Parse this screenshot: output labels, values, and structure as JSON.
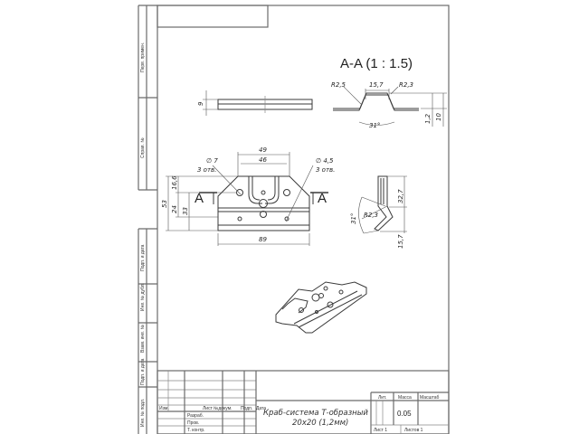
{
  "drawing": {
    "section_label": "A-A (1 : 1.5)",
    "section_marker_left": "A",
    "section_marker_right": "A"
  },
  "side_stamps": {
    "perv_primen": "Перв. примен.",
    "sprav_no": "Справ. №",
    "podp_data_1": "Подп. и дата",
    "inv_dubl": "Инв. № дубл.",
    "vzam_inv": "Взам. инв. №",
    "podp_data_2": "Подп. и дата",
    "inv_podl": "Инв. № подл."
  },
  "dimensions": {
    "top_view": {
      "thickness": "9"
    },
    "section_view": {
      "r_left": "R2,5",
      "width": "15,7",
      "r_right": "R2,3",
      "angle": "31°",
      "sheet": "1,2",
      "height": "10"
    },
    "plan_view": {
      "w_outer": "49",
      "w_inner": "46",
      "hole_large": "∅ 7",
      "hole_large_count": "3 отв.",
      "hole_small": "∅ 4,5",
      "hole_small_count": "3 отв.",
      "h_total": "53",
      "h_1": "16,6",
      "h_2": "24",
      "h_3": "33",
      "length": "89"
    },
    "side_view": {
      "h_top": "32,7",
      "radius": "R2,3",
      "angle": "31°",
      "h_bottom": "15,7"
    }
  },
  "title_block": {
    "headers": {
      "izm": "Изм.",
      "list": "Лист",
      "ndokum": "№докум.",
      "podp": "Подп.",
      "data": "Дата"
    },
    "rows": {
      "razrab": "Разраб.",
      "prov": "Пров.",
      "tkontr": "Т. контр."
    },
    "name_line1": "Краб-система Т-образный",
    "name_line2": "20х20 (1,2мм)",
    "lit_label": "Лит.",
    "massa_label": "Масса",
    "masshtab_label": "Масштаб",
    "massa_value": "0.05",
    "list_label": "Лист 1",
    "listov_label": "Листов 1"
  }
}
